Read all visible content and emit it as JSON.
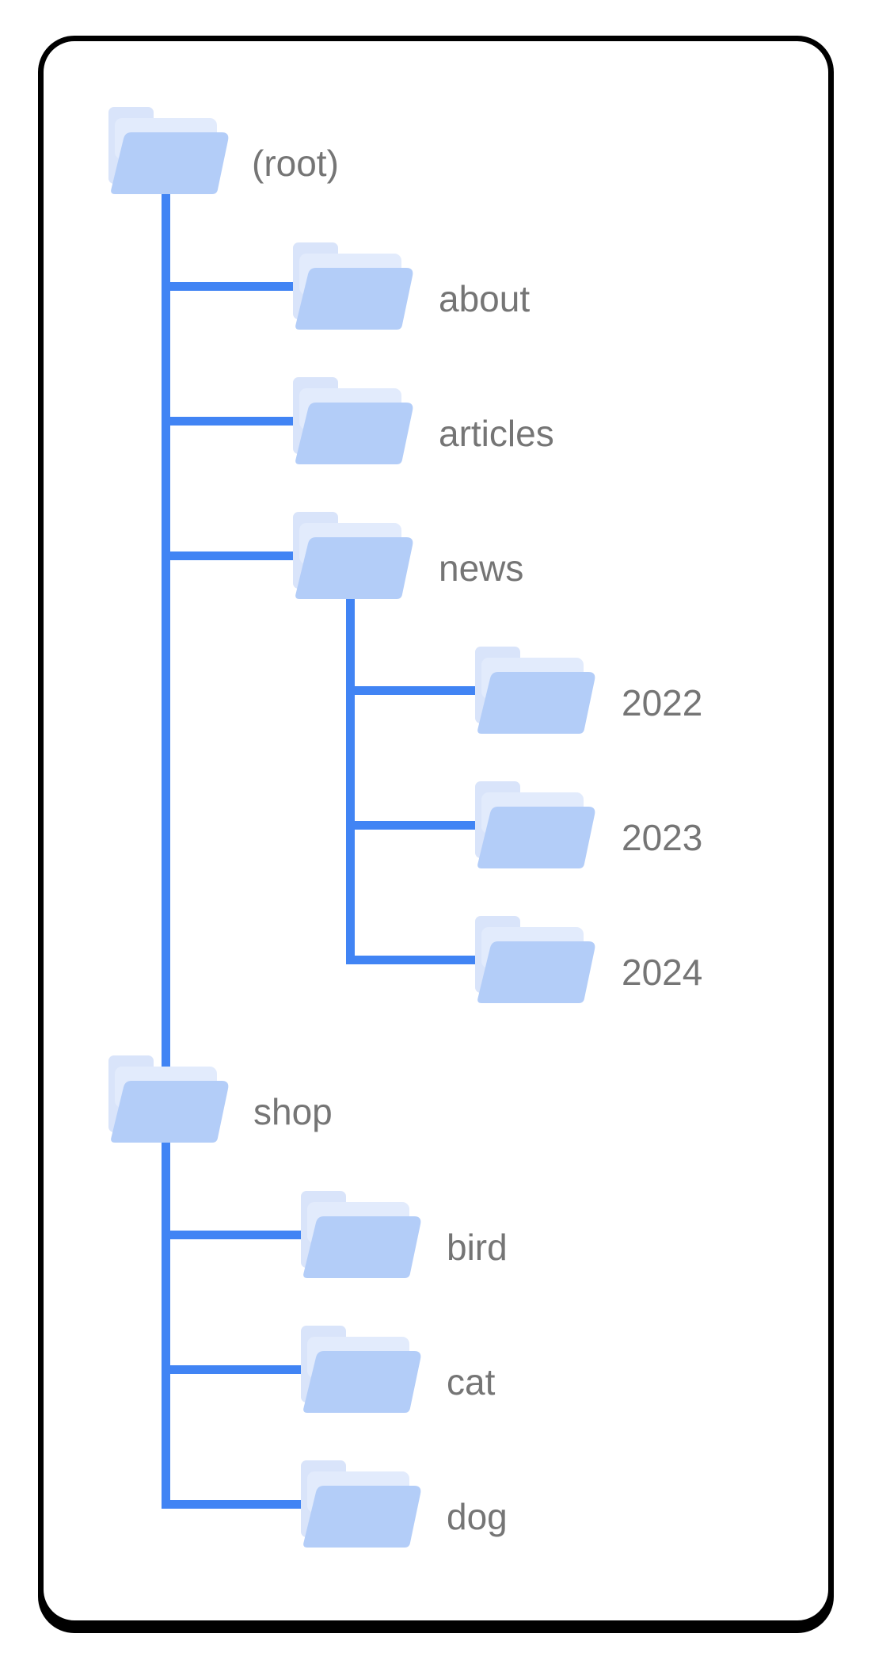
{
  "diagram": {
    "type": "folder-tree",
    "description": "URL / site structure diagram of folders in a rounded card",
    "tree": {
      "label": "(root)",
      "children": [
        {
          "label": "about",
          "children": []
        },
        {
          "label": "articles",
          "children": []
        },
        {
          "label": "news",
          "children": [
            {
              "label": "2022",
              "children": []
            },
            {
              "label": "2023",
              "children": []
            },
            {
              "label": "2024",
              "children": []
            }
          ]
        },
        {
          "label": "shop",
          "children": [
            {
              "label": "bird",
              "children": []
            },
            {
              "label": "cat",
              "children": []
            },
            {
              "label": "dog",
              "children": []
            }
          ]
        }
      ]
    }
  },
  "nodes": {
    "root": "(root)",
    "about": "about",
    "articles": "articles",
    "news": "news",
    "y2022": "2022",
    "y2023": "2023",
    "y2024": "2024",
    "shop": "shop",
    "bird": "bird",
    "cat": "cat",
    "dog": "dog"
  },
  "colors": {
    "connector_line": "#4184f4",
    "folder_front": "#b3cdf8",
    "folder_back_tab": "#d9e4fa",
    "folder_sheet": "#e2ebfc",
    "label_text": "#757575",
    "card_border": "#000000",
    "background": "#ffffff"
  }
}
